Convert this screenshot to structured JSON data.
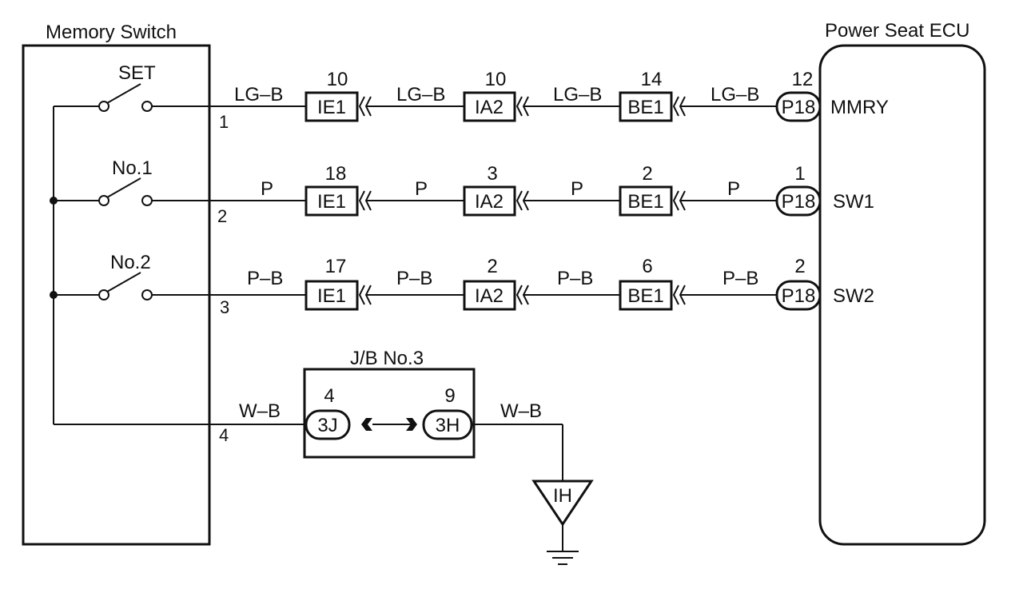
{
  "memory_switch": {
    "title": "Memory Switch",
    "switches": [
      {
        "name": "SET",
        "pin": "1"
      },
      {
        "name": "No.1",
        "pin": "2"
      },
      {
        "name": "No.2",
        "pin": "3"
      }
    ],
    "ground_pin": "4"
  },
  "power_seat_ecu": {
    "title": "Power Seat ECU"
  },
  "circuits": [
    {
      "wire_colors": [
        "LG–B",
        "LG–B",
        "LG–B",
        "LG–B"
      ],
      "connectors": [
        {
          "label": "IE1",
          "pin": "10"
        },
        {
          "label": "IA2",
          "pin": "10"
        },
        {
          "label": "BE1",
          "pin": "14"
        }
      ],
      "ecu_connector": {
        "label": "P18",
        "pin": "12"
      },
      "ecu_terminal": "MMRY"
    },
    {
      "wire_colors": [
        "P",
        "P",
        "P",
        "P"
      ],
      "connectors": [
        {
          "label": "IE1",
          "pin": "18"
        },
        {
          "label": "IA2",
          "pin": "3"
        },
        {
          "label": "BE1",
          "pin": "2"
        }
      ],
      "ecu_connector": {
        "label": "P18",
        "pin": "1"
      },
      "ecu_terminal": "SW1"
    },
    {
      "wire_colors": [
        "P–B",
        "P–B",
        "P–B",
        "P–B"
      ],
      "connectors": [
        {
          "label": "IE1",
          "pin": "17"
        },
        {
          "label": "IA2",
          "pin": "2"
        },
        {
          "label": "BE1",
          "pin": "6"
        }
      ],
      "ecu_connector": {
        "label": "P18",
        "pin": "2"
      },
      "ecu_terminal": "SW2"
    }
  ],
  "junction_block": {
    "title": "J/B No.3",
    "left_connector": {
      "label": "3J",
      "pin": "4"
    },
    "right_connector": {
      "label": "3H",
      "pin": "9"
    },
    "wire_in": "W–B",
    "wire_out": "W–B"
  },
  "ground": {
    "label": "IH"
  }
}
